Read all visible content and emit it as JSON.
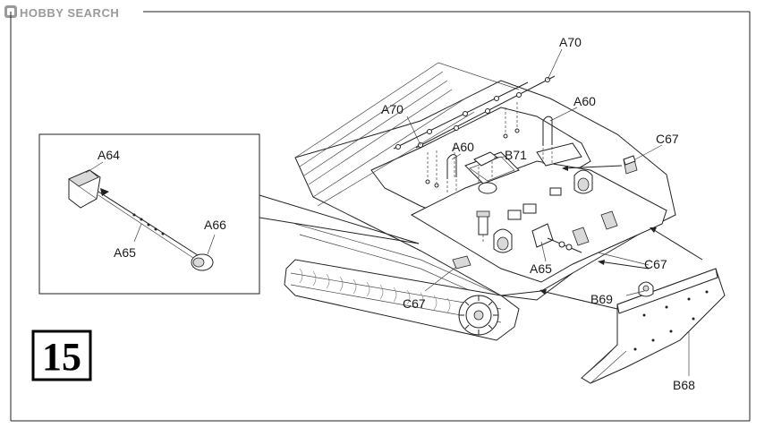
{
  "watermark": {
    "text": "HOBBY SEARCH",
    "icon": "hobby-search-logo-icon"
  },
  "step": {
    "number": "15"
  },
  "inset": {
    "labels": {
      "a64": "A64",
      "a65": "A65",
      "a66": "A66"
    }
  },
  "labels": {
    "a70_top": "A70",
    "a70_left": "A70",
    "a60_right": "A60",
    "a60_left": "A60",
    "b71": "B71",
    "c67_top": "C67",
    "c67_right": "C67",
    "c67_bottom": "C67",
    "a65": "A65",
    "b69": "B69",
    "b68": "B68"
  },
  "colors": {
    "line": "#222222",
    "fill": "#ffffff",
    "shade": "#d9d9d9",
    "watermark": "#9a9a9a"
  }
}
